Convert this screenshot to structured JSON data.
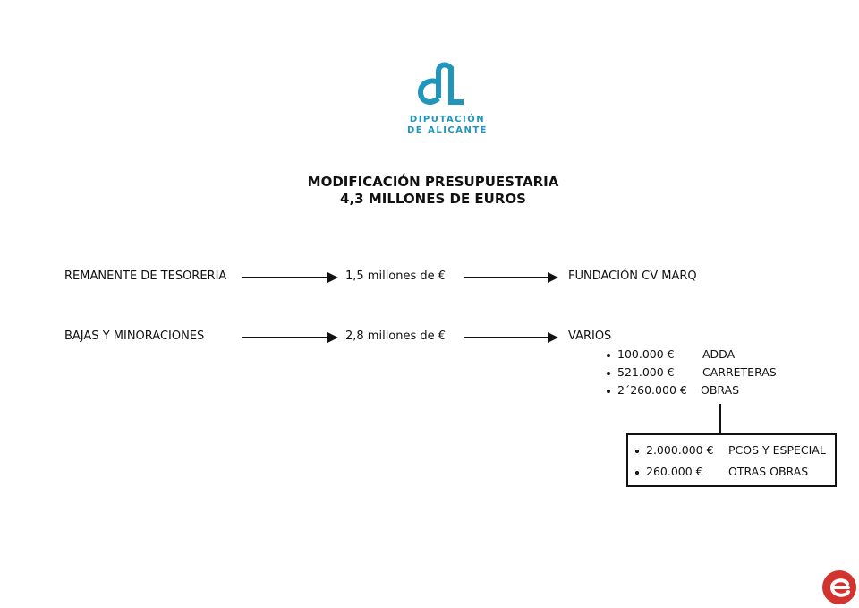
{
  "logo": {
    "line1": "DIPUTACIÓN",
    "line2": "DE ALICANTE",
    "icon": "diputacion-alicante-al-logo"
  },
  "title": {
    "line1": "MODIFICACIÓN PRESUPUESTARIA",
    "line2": "4,3 MILLONES DE EUROS"
  },
  "rows": [
    {
      "source": "REMANENTE DE TESORERIA",
      "amount": "1,5 millones de €",
      "destination": "FUNDACIÓN CV MARQ"
    },
    {
      "source": "BAJAS Y MINORACIONES",
      "amount": "2,8 millones de €",
      "destination": "VARIOS"
    }
  ],
  "varios": [
    {
      "amount": "100.000 €",
      "label": "ADDA"
    },
    {
      "amount": "521.000 €",
      "label": "CARRETERAS"
    },
    {
      "amount": "2´260.000 €",
      "label": "OBRAS"
    }
  ],
  "obras": [
    {
      "amount": "2.000.000 €",
      "label": "PCOS Y ESPECIAL"
    },
    {
      "amount": "260.000 €",
      "label": "OTRAS OBRAS"
    }
  ],
  "colors": {
    "logo": "#2096bd",
    "brand": "#d2332e",
    "text": "#111111"
  }
}
